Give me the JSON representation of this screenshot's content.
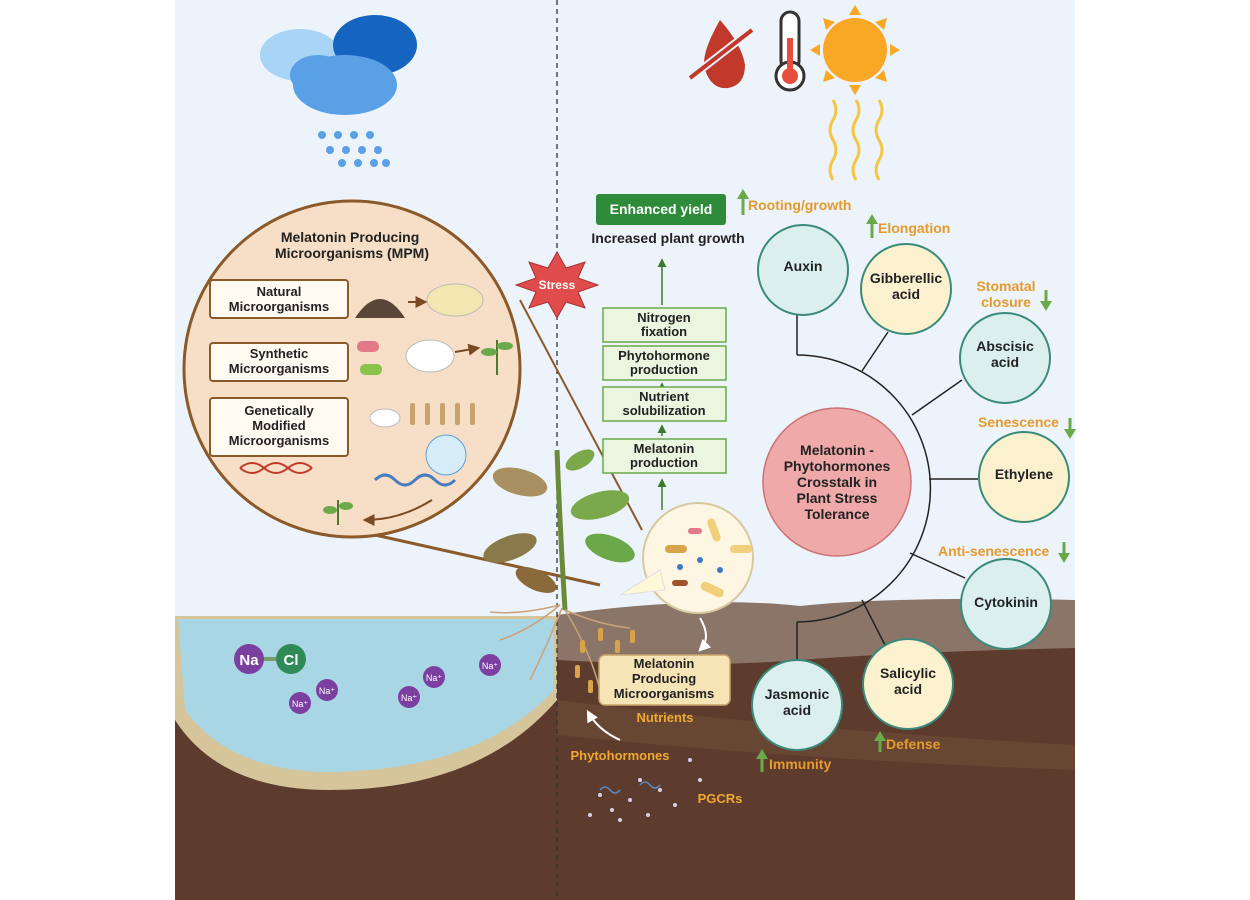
{
  "mpm_panel": {
    "title": "Melatonin Producing Microorganisms (MPM)",
    "natural": "Natural Microorganisms",
    "synthetic": "Synthetic Microorganisms",
    "genetic": "Genetically Modified Microorganisms"
  },
  "stress_label": "Stress",
  "salt": {
    "na": "Na",
    "cl": "Cl",
    "ion": "Na⁺"
  },
  "pathway": {
    "enhanced_yield": "Enhanced yield",
    "increased_growth": "Increased plant growth",
    "steps": [
      "Nitrogen fixation",
      "Phytohormone production",
      "Nutrient solubilization",
      "Melatonin production"
    ]
  },
  "soil": {
    "mpm_box": "Melatonin Producing Microorganisms",
    "nutrients": "Nutrients",
    "phytohormones": "Phytohormones",
    "pgcrs": "PGCRs"
  },
  "center": "Melatonin - Phytohormones Crosstalk in Plant Stress Tolerance",
  "hormones": [
    {
      "id": "auxin",
      "name": "Auxin",
      "fill": "#dbefef",
      "effect": "Rooting/growth",
      "dir": "up"
    },
    {
      "id": "gibberellic",
      "name": "Gibberellic acid",
      "fill": "#fbf1cf",
      "effect": "Elongation",
      "dir": "up"
    },
    {
      "id": "abscisic",
      "name": "Abscisic acid",
      "fill": "#dbefef",
      "effect": "Stomatal closure",
      "dir": "down"
    },
    {
      "id": "ethylene",
      "name": "Ethylene",
      "fill": "#fbf1cf",
      "effect": "Senescence",
      "dir": "down"
    },
    {
      "id": "cytokinin",
      "name": "Cytokinin",
      "fill": "#dbefef",
      "effect": "Anti-senescence",
      "dir": "down"
    },
    {
      "id": "salicylic",
      "name": "Salicylic acid",
      "fill": "#fbf1cf",
      "effect": "Defense",
      "dir": "up"
    },
    {
      "id": "jasmonic",
      "name": "Jasmonic acid",
      "fill": "#dbefef",
      "effect": "Immunity",
      "dir": "up"
    }
  ],
  "colors": {
    "sky": "#edf3fa",
    "effect_text": "#e59a2c",
    "up_arrow": "#6aaa4a",
    "center_fill": "#f0a9a9",
    "soil_dark": "#5d3c2e",
    "water": "#a9d6e5"
  },
  "icons": [
    "cloud-rain-icon",
    "no-water-icon",
    "thermometer-icon",
    "sun-icon"
  ]
}
